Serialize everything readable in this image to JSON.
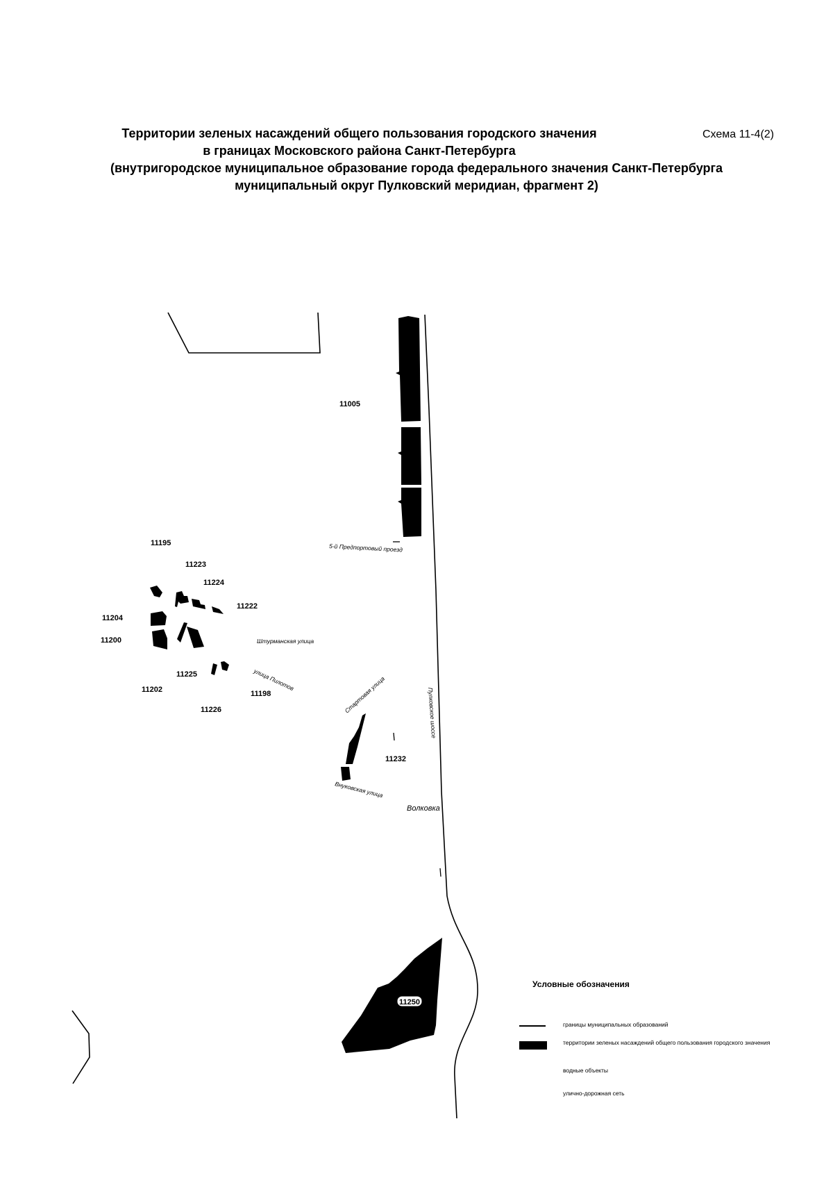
{
  "header": {
    "title_lines": [
      "Территории зеленых насаждений общего пользования городского значения",
      "в границах Московского района Санкт-Петербурга",
      "(внутригородское муниципальное образование города федерального значения Санкт-Петербурга",
      "муниципальный округ Пулковский меридиан, фрагмент 2)"
    ],
    "scheme_number": "Схема 11-4(2)"
  },
  "map": {
    "parcel_labels": [
      "11005",
      "11195",
      "11223",
      "11224",
      "11222",
      "11204",
      "11200",
      "11225",
      "11202",
      "11198",
      "11226",
      "11232",
      "11250"
    ],
    "street_labels": {
      "predportovy": "5-й Предпортовый проезд",
      "shturmanskaya": "Штурманская улица",
      "pilotov": "улица Пилотов",
      "startovaya": "Стартовая улица",
      "pulkovskoe": "Пулковское шоссе",
      "vnukovskaya": "Внуковская улица",
      "volkovka": "Волковка"
    },
    "colors": {
      "green_territory": "#000000",
      "boundary": "#000000",
      "background": "#ffffff"
    }
  },
  "legend": {
    "title": "Условные обозначения",
    "items": [
      {
        "symbol": "line",
        "text": "границы муниципальных образований"
      },
      {
        "symbol": "fill",
        "text": "территории зеленых насаждений общего пользования городского значения"
      },
      {
        "symbol": "none",
        "text": "водные объекты"
      },
      {
        "symbol": "none",
        "text": "улично-дорожная сеть"
      }
    ]
  }
}
